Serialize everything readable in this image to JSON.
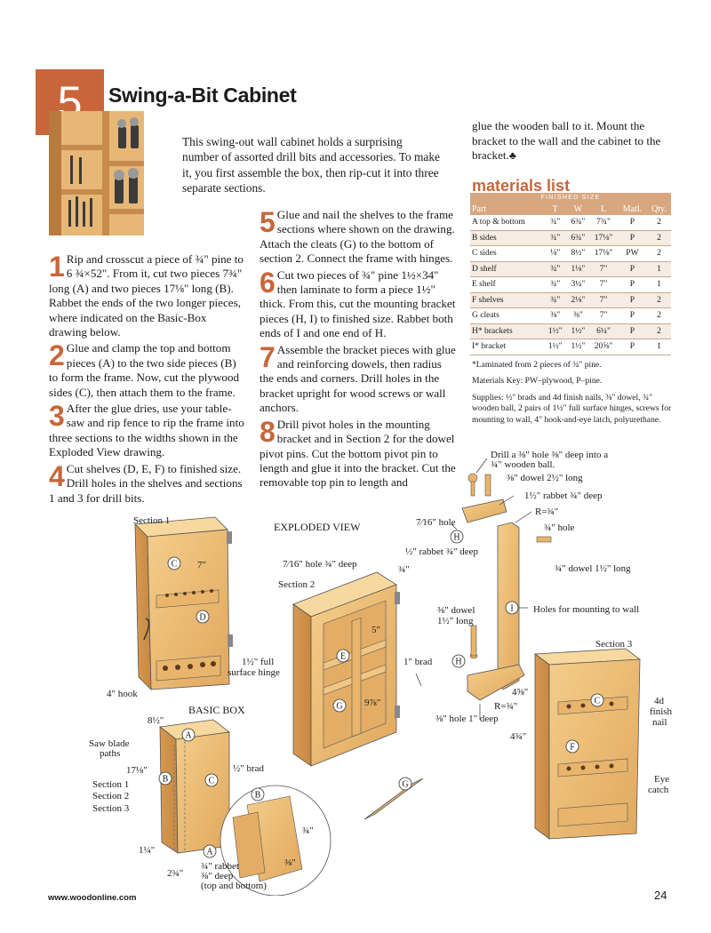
{
  "header": {
    "number": "5",
    "title": "Swing-a-Bit Cabinet"
  },
  "intro": "This swing-out wall cabinet holds a surprising number of assorted drill bits and accessories. To make it, you first assemble the box, then rip-cut it into three separate sections.",
  "steps": [
    {
      "n": "1",
      "text": "Rip and crosscut a piece of ¾\" pine to 6 ¾×52\". From it, cut two pieces 7¾\" long (A) and two pieces 17⅛\" long (B). Rabbet the ends of the two longer pieces, where indicated on the Basic-Box drawing below."
    },
    {
      "n": "2",
      "text": "Glue and clamp the top and bottom pieces (A) to the two side pieces (B) to form the frame. Now, cut the plywood sides (C), then attach them to the frame."
    },
    {
      "n": "3",
      "text": "After the glue dries, use your table-saw and rip fence to rip the frame into three sections to the widths shown in the Exploded View drawing."
    },
    {
      "n": "4",
      "text": "Cut shelves (D, E, F) to finished size. Drill holes in the shelves and sections 1 and 3 for drill bits."
    },
    {
      "n": "5",
      "text": "Glue and nail the shelves to the frame sections where shown on the drawing. Attach the cleats (G) to the bottom of section 2. Connect the frame with hinges."
    },
    {
      "n": "6",
      "text": "Cut two pieces of ¾\" pine 1½×34\" then laminate to form a piece 1½\" thick. From this, cut the mounting bracket pieces (H, I) to finished size. Rabbet both ends of I and one end of H."
    },
    {
      "n": "7",
      "text": "Assemble the bracket pieces with glue and reinforcing dowels, then radius the ends and corners. Drill holes in the bracket upright for wood screws or wall anchors."
    },
    {
      "n": "8",
      "text": "Drill pivot holes in the mounting bracket and in Section 2 for the dowel pivot pins. Cut the bottom pivot pin to length and glue it into the bracket. Cut the removable top pin to length and"
    }
  ],
  "continuation": "glue the wooden ball to it. Mount the bracket to the wall and the cabinet to the bracket.",
  "materials": {
    "title": "materials list",
    "finished_size": "FINISHED SIZE",
    "columns": [
      "Part",
      "T",
      "W",
      "L",
      "Matl.",
      "Qty."
    ],
    "rows": [
      [
        "A  top & bottom",
        "¾\"",
        "6¾\"",
        "7¾\"",
        "P",
        "2"
      ],
      [
        "B  sides",
        "¾\"",
        "6¾\"",
        "17⅛\"",
        "P",
        "2"
      ],
      [
        "C  sides",
        "⅛\"",
        "8½\"",
        "17⅛\"",
        "PW",
        "2"
      ],
      [
        "D  shelf",
        "¾\"",
        "1⅛\"",
        "7\"",
        "P",
        "1"
      ],
      [
        "E  shelf",
        "¾\"",
        "3¼\"",
        "7\"",
        "P",
        "1"
      ],
      [
        "F  shelves",
        "¾\"",
        "2⅛\"",
        "7\"",
        "P",
        "2"
      ],
      [
        "G  cleats",
        "⅜\"",
        "⅜\"",
        "7\"",
        "P",
        "2"
      ],
      [
        "H* brackets",
        "1½\"",
        "1½\"",
        "6¼\"",
        "P",
        "2"
      ],
      [
        "I*  bracket",
        "1½\"",
        "1½\"",
        "20⅝\"",
        "P",
        "1"
      ]
    ],
    "note_laminated": "*Laminated from 2 pieces of ¾\" pine.",
    "key": "Materials Key: PW–plywood, P–pine.",
    "supplies": "Supplies: ½\" brads and 4d finish nails, ⅜\" dowel, ¾\" wooden ball, 2 pairs of 1½\" full surface hinges, screws for mounting to wall, 4\" hook-and-eye latch, polyurethane."
  },
  "diagram": {
    "labels": {
      "section1": "Section 1",
      "exploded": "EXPLODED VIEW",
      "section2": "Section 2",
      "section3": "Section 3",
      "basic_box": "BASIC BOX",
      "hole_716": "7⁄16\" hole",
      "hole_716_deep": "7⁄16\" hole ¾\" deep",
      "rabbet_half": "½\" rabbet ¾\" deep",
      "drill": "Drill a ⅜\" hole ⅜\" deep into a",
      "drill2": "¾\" wooden ball.",
      "dowel_212": "⅜\" dowel 2½\" long",
      "rabbet_112": "1½\" rabbet ¾\" deep",
      "r34": "R=¾\"",
      "hole_34": "¾\" hole",
      "dowel_112": "¾\" dowel 1½\" long",
      "holes_mount": "Holes for mounting to wall",
      "dowel_38": "⅜\" dowel",
      "long_112": "1½\" long",
      "brad_1": "1\" brad",
      "hole_38": "⅜\" hole 1\" deep",
      "r34b": "R=¾\"",
      "dim_458": "4⅝\"",
      "dim_434": "4¾\"",
      "finish_nail": "4d\nfinish\nnail",
      "eye_catch": "Eye\ncatch",
      "hook": "4\" hook",
      "hinge1": "1½\" full",
      "hinge2": "surface hinge",
      "saw1": "Saw blade",
      "saw2": "paths",
      "sec1": "Section 1",
      "sec2": "Section 2",
      "sec3": "Section 3",
      "brad_half": "½\" brad",
      "rabbet_b1": "¾\" rabbet",
      "rabbet_b2": "⅜\" deep",
      "rabbet_b3": "(top and bottom)",
      "dim_7": "7\"",
      "dim_5": "5\"",
      "dim_978": "9⅞\"",
      "dim_812": "8½\"",
      "dim_1718": "17⅛\"",
      "dim_114": "1¼\"",
      "dim_234": "2¾\"",
      "dim_34": "¾\"",
      "dim_38": "⅜\"",
      "dim_34b": "¾\""
    }
  },
  "footer": {
    "url": "www.woodonline.com",
    "page": "24"
  }
}
